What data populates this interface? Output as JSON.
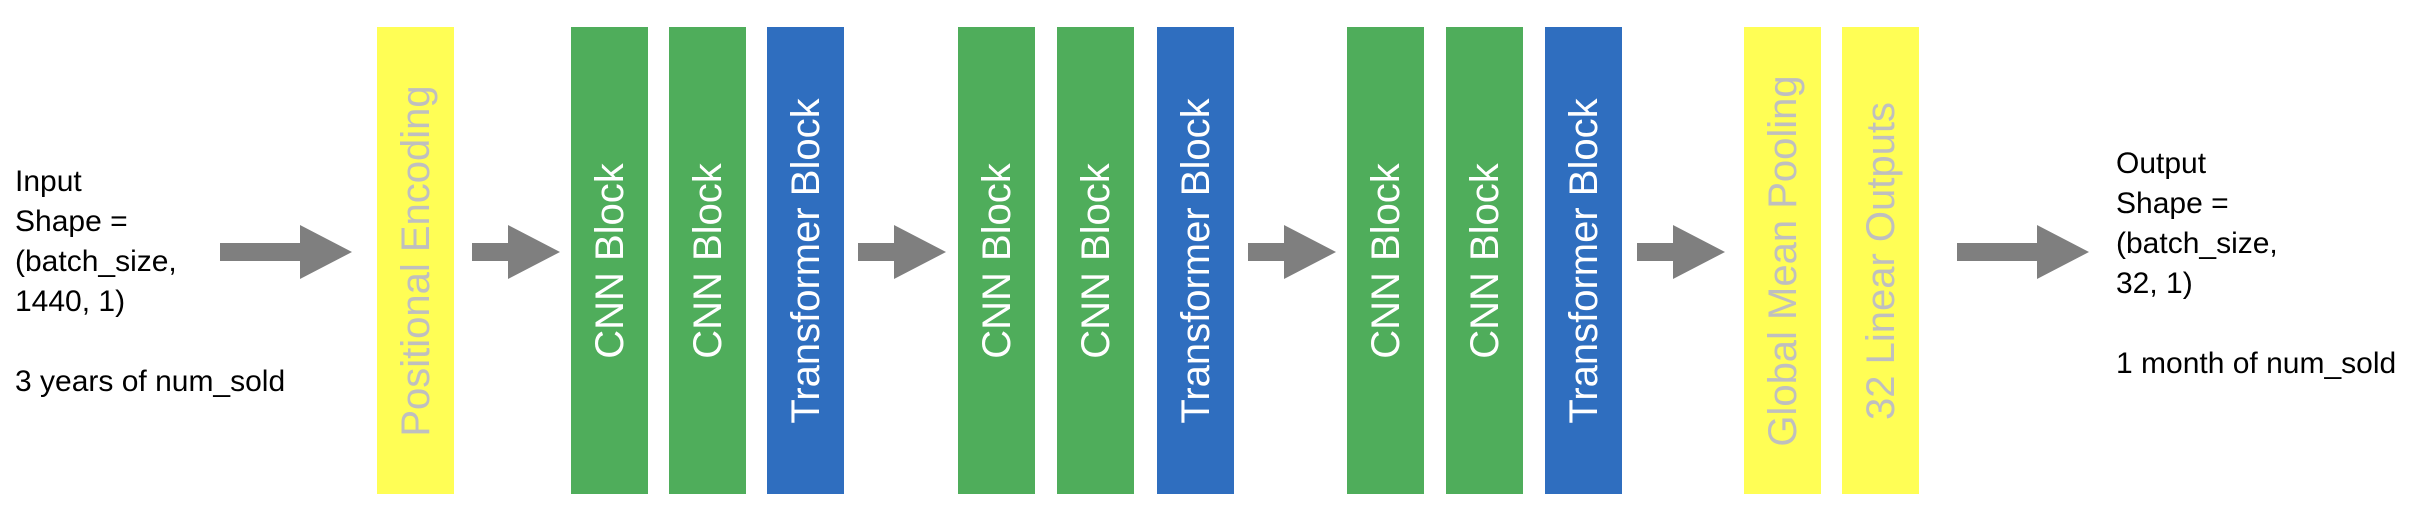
{
  "colors": {
    "green": "#4fad5b",
    "blue": "#2f6ebf",
    "yellow": "#fffe55",
    "yellow_text": "#bfbfbf",
    "arrow": "#7f7f7f"
  },
  "input": {
    "line1": "Input",
    "line2": "Shape =",
    "line3": "(batch_size,",
    "line4": "1440, 1)",
    "description": "3 years of num_sold"
  },
  "output": {
    "line1": "Output",
    "line2": "Shape =",
    "line3": "(batch_size,",
    "line4": "32, 1)",
    "description": "1 month of num_sold"
  },
  "blocks": {
    "positional_encoding": "Positional Encoding",
    "cnn_1a": "CNN Block",
    "cnn_1b": "CNN Block",
    "transformer_1": "Transformer Block",
    "cnn_2a": "CNN Block",
    "cnn_2b": "CNN Block",
    "transformer_2": "Transformer Block",
    "cnn_3a": "CNN Block",
    "cnn_3b": "CNN Block",
    "transformer_3": "Transformer Block",
    "global_mean_pooling": "Global Mean Pooling",
    "linear_outputs": "32 Linear Outputs"
  }
}
